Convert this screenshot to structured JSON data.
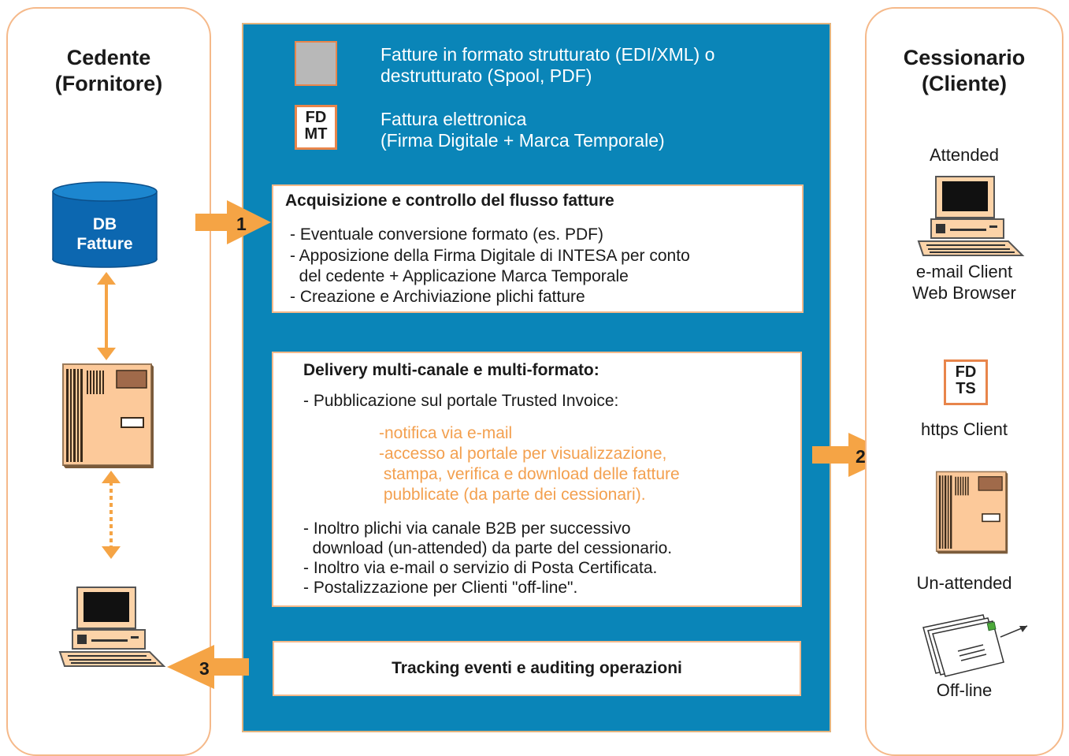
{
  "left_panel": {
    "title_line1": "Cedente",
    "title_line2": "(Fornitore)",
    "db_line1": "DB",
    "db_line2": "Fatture"
  },
  "right_panel": {
    "title_line1": "Cessionario",
    "title_line2": "(Cliente)",
    "attended": "Attended",
    "email_client": "e-mail Client",
    "web_browser": "Web Browser",
    "fd_line1": "FD",
    "fd_line2": "TS",
    "https_client": "https Client",
    "unattended": "Un-attended",
    "offline": "Off-line"
  },
  "legend": {
    "structured_line1": "Fatture in formato strutturato (EDI/XML) o",
    "structured_line2": "destrutturato (Spool, PDF)",
    "fd_line1": "FD",
    "fd_line2": "MT",
    "electronic_line1": "Fattura elettronica",
    "electronic_line2": "(Firma Digitale + Marca Temporale)"
  },
  "box_acquisition": {
    "title": "Acquisizione e controllo del flusso fatture",
    "lines": [
      "- Eventuale conversione formato (es. PDF)",
      "- Apposizione della Firma Digitale di INTESA per conto",
      "  del cedente + Applicazione Marca Temporale",
      "- Creazione e Archiviazione plichi fatture"
    ]
  },
  "box_delivery": {
    "title": "Delivery multi-canale e multi-formato:",
    "portal_line": "- Pubblicazione sul portale Trusted Invoice:",
    "orange_lines": [
      "-notifica via e-mail",
      "-accesso al portale per visualizzazione,",
      " stampa, verifica e download delle fatture",
      " pubblicate (da parte dei cessionari)."
    ],
    "lines": [
      "- Inoltro plichi via canale B2B per successivo",
      "  download (un-attended) da parte del cessionario.",
      "- Inoltro via e-mail o servizio di Posta Certificata.",
      "- Postalizzazione per Clienti \"off-line\"."
    ]
  },
  "box_tracking": {
    "title": "Tracking eventi e auditing operazioni"
  },
  "arrows": {
    "one": "1",
    "two": "2",
    "three": "3"
  },
  "colors": {
    "panel_border": "#f5b98a",
    "center_bg": "#0a85b8",
    "arrow": "#f5a445",
    "db_fill": "#0c67b0",
    "accent_text": "#f3a04f"
  }
}
